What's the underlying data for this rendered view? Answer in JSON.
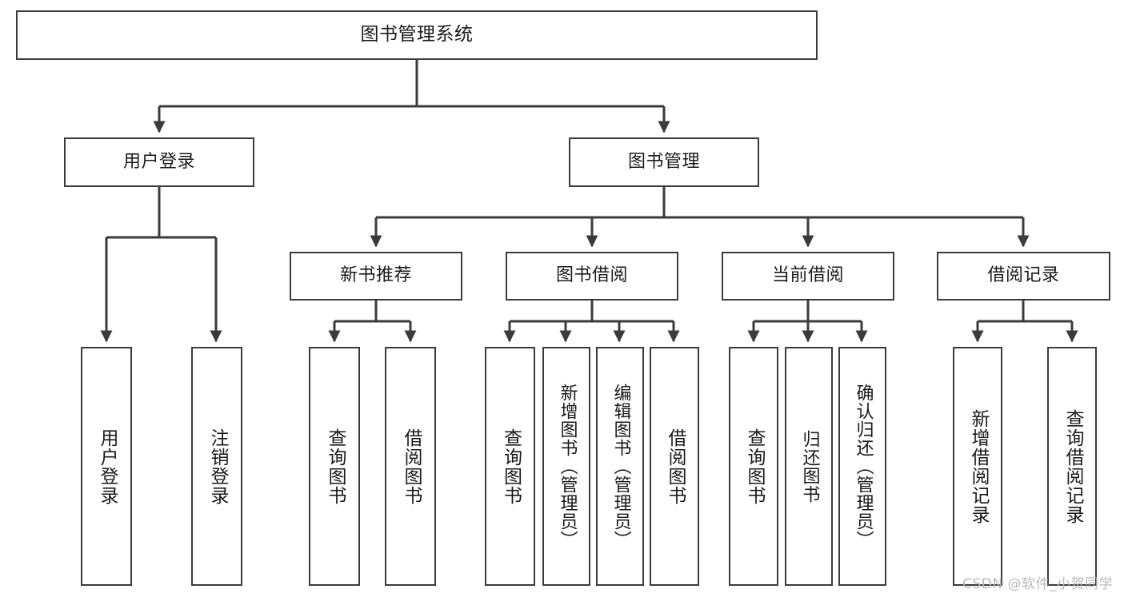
{
  "diagram": {
    "title": "图书管理系统",
    "type": "tree-hierarchy-chart",
    "line_color": "#3b3b3b",
    "box_fill": "#ffffff",
    "text_color": "#1a1a1a",
    "watermark": "CSDN @软件_小贺同学"
  },
  "nodes": {
    "root": {
      "label": "图书管理系统"
    },
    "level2": [
      {
        "label": "用户登录"
      },
      {
        "label": "图书管理"
      }
    ],
    "level3": [
      {
        "label": "新书推荐"
      },
      {
        "label": "图书借阅"
      },
      {
        "label": "当前借阅"
      },
      {
        "label": "借阅记录"
      }
    ],
    "leaves": {
      "user_login": [
        {
          "label": "用户登录"
        },
        {
          "label": "注销登录"
        }
      ],
      "new_book_recommend": [
        {
          "label": "查询图书"
        },
        {
          "label": "借阅图书"
        }
      ],
      "book_borrow": [
        {
          "label": "查询图书"
        },
        {
          "label": "新增图书（管理员）"
        },
        {
          "label": "编辑图书（管理员）"
        },
        {
          "label": "借阅图书"
        }
      ],
      "current_borrow": [
        {
          "label": "查询图书"
        },
        {
          "label": "归还图书"
        },
        {
          "label": "确认归还（管理员）"
        }
      ],
      "borrow_record": [
        {
          "label": "新增借阅记录"
        },
        {
          "label": "查询借阅记录"
        }
      ]
    }
  }
}
